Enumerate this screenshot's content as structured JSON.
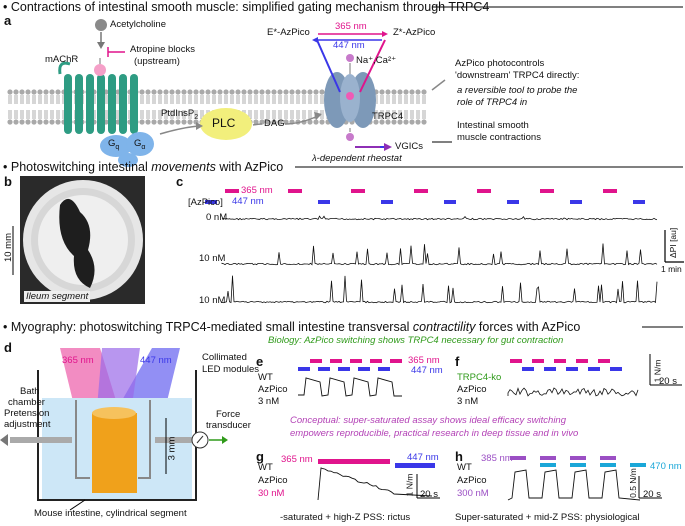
{
  "section_a": {
    "letter": "a",
    "title": "Contractions of intestinal smooth muscle: simplified gating mechanism through TRPC4",
    "acetylcholine": "Acetylcholine",
    "atropine": "Atropine blocks",
    "atropine_sub": "(upstream)",
    "machr": "mAChR",
    "gq": "G",
    "gq_sub": "q",
    "ga": "G",
    "ga_sub": "α",
    "ptdins": "PtdInsP",
    "ptdins_sub": "2",
    "plc": "PLC",
    "dag": "DAG",
    "e_azpico": "E*-AzPico",
    "z_azpico": "Z*-AzPico",
    "nm365": "365 nm",
    "nm447": "447 nm",
    "ions": "Na⁺,Ca²⁺",
    "trpc4": "TRPC4",
    "vgics": "VGICs",
    "rheostat": "λ-dependent rheostat",
    "note1": "AzPico photocontrols",
    "note2": "'downstream' TRPC4 directly:",
    "note3": "a reversible tool to probe the",
    "note4": "role of TRPC4 in",
    "note5": "Intestinal smooth",
    "note6": "muscle contractions",
    "colors": {
      "membrane": "#a9a9a9",
      "receptor": "#2e9c83",
      "plc": "#f2ef7c",
      "gprotein": "#7fb4ea",
      "trpc4": "#7d99b8",
      "magenta": "#e0148c",
      "blue": "#3a37e8"
    }
  },
  "section_b": {
    "title_pre": "Photoswitching intestinal ",
    "title_em": "movements",
    "title_post": " with AzPico",
    "letter_b": "b",
    "letter_c": "c",
    "scale_10mm": "10 mm",
    "ileum": "Ileum segment",
    "nm365": "365 nm",
    "nm447": "447 nm",
    "azpico": "[AzPico]",
    "row0": "0 nM",
    "row1": "10 nM",
    "row2": "10 nM",
    "delta_pi": "ΔPI [au]",
    "one_min": "1 min"
  },
  "section_d": {
    "title_pre": "Myography: photoswitching TRPC4-mediated small intestine transversal ",
    "title_em": "contractility",
    "title_post": " forces with AzPico",
    "letter_d": "d",
    "nm365": "365 nm",
    "nm447": "447 nm",
    "collimated": "Collimated",
    "led": "LED modules",
    "bath": "Bath",
    "chamber": "chamber",
    "pretension": "Pretension",
    "adjustment": "adjustment",
    "force": "Force",
    "transducer": "transducer",
    "mm3": "3 mm",
    "mouse": "Mouse intestine, cylindrical segment",
    "biology": "Biology: AzPico switching shows TRPC4 necessary for gut contraction",
    "letter_e": "e",
    "e_wt": "WT",
    "e_az": "AzPico",
    "e_conc": "3 nM",
    "e_365": "365 nm",
    "e_447": "447 nm",
    "letter_f": "f",
    "f_ko": "TRPC4-ko",
    "f_az": "AzPico",
    "f_conc": "3 nM",
    "f_scale_y": "1 N/m",
    "f_scale_x": "20 s",
    "conceptual1": "Conceptual: super-saturated assay shows ideal efficacy switching",
    "conceptual2": "empowers reproducible, practical research in deep tissue and in vivo",
    "letter_g": "g",
    "g_wt": "WT",
    "g_az": "AzPico",
    "g_conc": "30 nM",
    "g_365": "365 nm",
    "g_447": "447 nm",
    "g_scale_y": "1 N/m",
    "g_scale_x": "20 s",
    "g_caption": "-saturated + high-Z PSS: rictus",
    "letter_h": "h",
    "h_wt": "WT",
    "h_az": "AzPico",
    "h_conc": "300 nM",
    "h_385": "385 nm",
    "h_470": "470 nm",
    "h_scale_y": "0.5 N/m",
    "h_scale_x": "20 s",
    "h_caption": "Super-saturated + mid-Z PSS: physiological"
  }
}
